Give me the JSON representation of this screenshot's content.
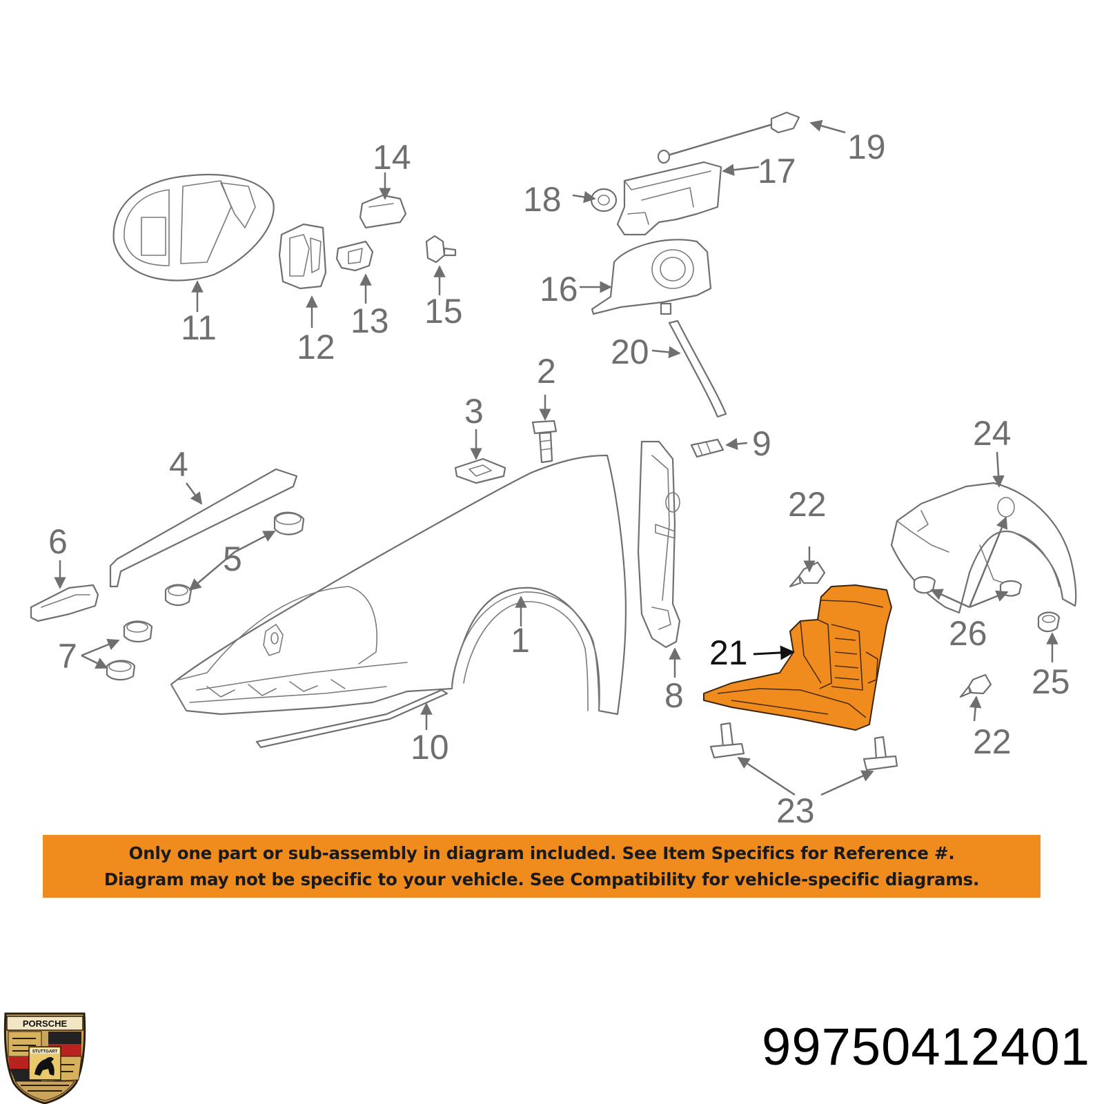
{
  "notice": {
    "line1": "Only one part or sub-assembly in diagram included. See Item Specifics for Reference #.",
    "line2": "Diagram may not be specific to your vehicle. See Compatibility for vehicle-specific diagrams.",
    "background_color": "#f08c1d"
  },
  "part_number": "99750412401",
  "highlight_color": "#f08c1d",
  "logo": {
    "text_top": "PORSCHE",
    "text_shield": "STUTTGART"
  },
  "callouts": [
    {
      "id": "1",
      "label": "1"
    },
    {
      "id": "2",
      "label": "2"
    },
    {
      "id": "3",
      "label": "3"
    },
    {
      "id": "4",
      "label": "4"
    },
    {
      "id": "5",
      "label": "5"
    },
    {
      "id": "6",
      "label": "6"
    },
    {
      "id": "7",
      "label": "7"
    },
    {
      "id": "8",
      "label": "8"
    },
    {
      "id": "9",
      "label": "9"
    },
    {
      "id": "10",
      "label": "10"
    },
    {
      "id": "11",
      "label": "11"
    },
    {
      "id": "12",
      "label": "12"
    },
    {
      "id": "13",
      "label": "13"
    },
    {
      "id": "14",
      "label": "14"
    },
    {
      "id": "15",
      "label": "15"
    },
    {
      "id": "16",
      "label": "16"
    },
    {
      "id": "17",
      "label": "17"
    },
    {
      "id": "18",
      "label": "18"
    },
    {
      "id": "19",
      "label": "19"
    },
    {
      "id": "20",
      "label": "20"
    },
    {
      "id": "21",
      "label": "21",
      "highlighted": true
    },
    {
      "id": "22a",
      "label": "22"
    },
    {
      "id": "22b",
      "label": "22"
    },
    {
      "id": "23",
      "label": "23"
    },
    {
      "id": "24",
      "label": "24"
    },
    {
      "id": "25",
      "label": "25"
    },
    {
      "id": "26",
      "label": "26"
    }
  ]
}
